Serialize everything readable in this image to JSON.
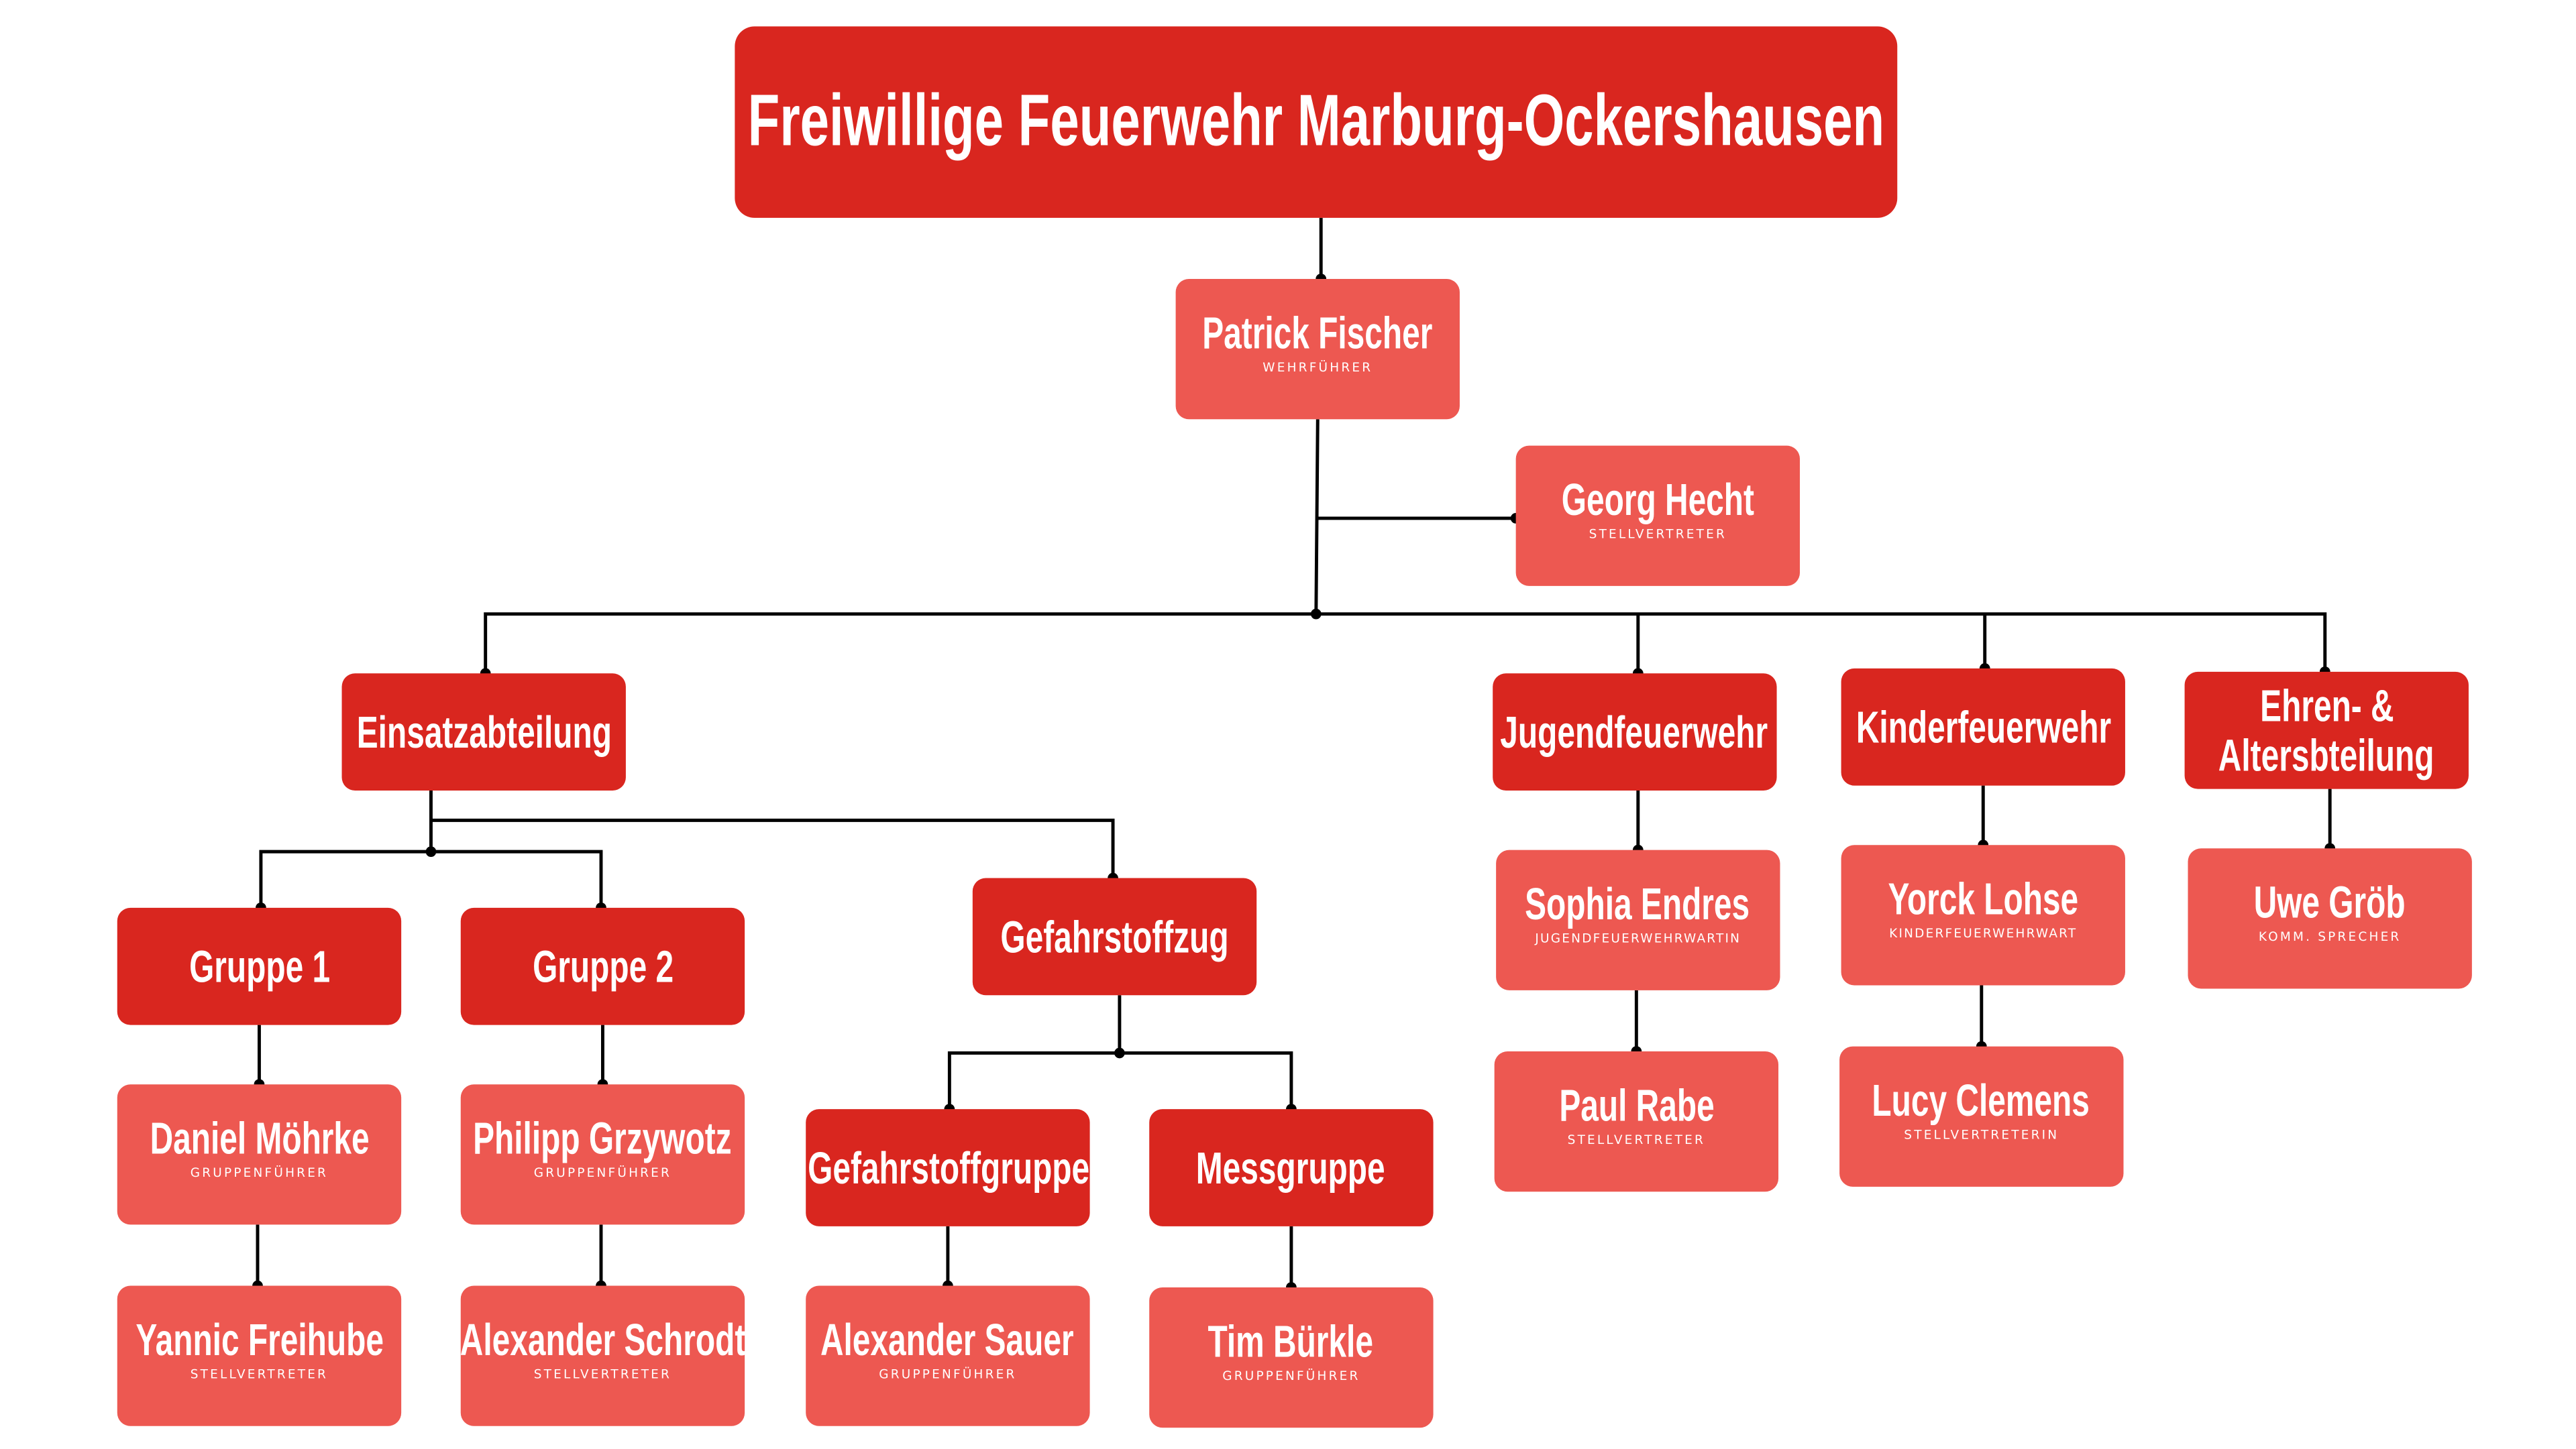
{
  "title": "Freiwillige Feuerwehr Marburg-Ockershausen",
  "colors": {
    "unit": "#d9261f",
    "person": "#ed5851",
    "text": "#ffffff",
    "line": "#000000"
  },
  "leader": {
    "name": "Patrick Fischer",
    "role": "WEHRFÜHRER"
  },
  "deputy": {
    "name": "Georg Hecht",
    "role": "STELLVERTRETER"
  },
  "units": {
    "einsatz": "Einsatzabteilung",
    "jugend": "Jugendfeuerwehr",
    "kinder": "Kinderfeuerwehr",
    "ehren_1": "Ehren- &",
    "ehren_2": "Altersbteilung",
    "gruppe1": "Gruppe 1",
    "gruppe2": "Gruppe 2",
    "gefahrstoffzug": "Gefahrstoffzug",
    "gefahrstoffgruppe": "Gefahrstoffgruppe",
    "messgruppe": "Messgruppe"
  },
  "people": {
    "daniel": {
      "name": "Daniel Möhrke",
      "role": "GRUPPENFÜHRER"
    },
    "yannic": {
      "name": "Yannic Freihube",
      "role": "STELLVERTRETER"
    },
    "philipp": {
      "name": "Philipp Grzywotz",
      "role": "GRUPPENFÜHRER"
    },
    "schrodt": {
      "name": "Alexander Schrodt",
      "role": "STELLVERTRETER"
    },
    "sauer": {
      "name": "Alexander Sauer",
      "role": "GRUPPENFÜHRER"
    },
    "tim": {
      "name": "Tim Bürkle",
      "role": "GRUPPENFÜHRER"
    },
    "sophia": {
      "name": "Sophia Endres",
      "role": "JUGENDFEUERWEHRWARTIN"
    },
    "paul": {
      "name": "Paul Rabe",
      "role": "STELLVERTRETER"
    },
    "yorck": {
      "name": "Yorck Lohse",
      "role": "KINDERFEUERWEHRWART"
    },
    "lucy": {
      "name": "Lucy Clemens",
      "role": "STELLVERTRETERIN"
    },
    "uwe": {
      "name": "Uwe Gröb",
      "role": "KOMM. SPRECHER"
    }
  }
}
